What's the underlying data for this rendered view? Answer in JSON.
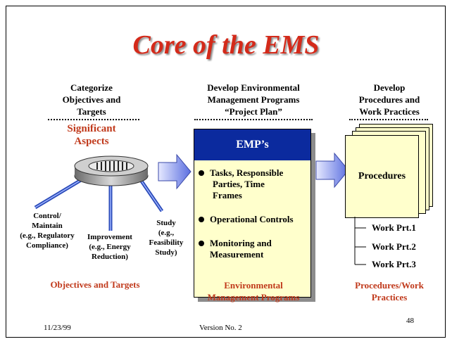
{
  "title": "Core of the EMS",
  "col1": {
    "heading": [
      "Categorize",
      "Objectives and",
      "Targets"
    ],
    "subheading": [
      "Significant",
      "Aspects"
    ],
    "label_control": [
      "Control/",
      "Maintain",
      "(e.g., Regulatory",
      "Compliance)"
    ],
    "label_improvement": [
      "Improvement",
      "(e.g., Energy",
      "Reduction)"
    ],
    "label_study": [
      "Study",
      "(e.g.,",
      "Feasibility",
      "Study)"
    ],
    "footer": "Objectives and Targets"
  },
  "col2": {
    "heading": [
      "Develop Environmental",
      "Management Programs",
      "“Project Plan”"
    ],
    "box_title": "EMP’s",
    "bullets": [
      [
        "Tasks, Responsible",
        "Parties, Time",
        "Frames"
      ],
      [
        "Operational Controls"
      ],
      [
        "Monitoring and",
        "Measurement"
      ]
    ],
    "footer": [
      "Environmental",
      "Management Programs"
    ]
  },
  "col3": {
    "heading": [
      "Develop",
      "Procedures and",
      "Work Practices"
    ],
    "box_title": "Procedures",
    "work_items": [
      "Work Prt.1",
      "Work Prt.2",
      "Work Prt.3"
    ],
    "footer": [
      "Procedures/Work",
      "Practices"
    ]
  },
  "footer": {
    "date": "11/23/99",
    "version": "Version No. 2",
    "page": "48"
  },
  "colors": {
    "title": "#d42a1a",
    "accent_red": "#c0391b",
    "box_fill": "#ffffcc",
    "box_header": "#0b2a9e",
    "arrow_fill": "#6f7fe0"
  }
}
